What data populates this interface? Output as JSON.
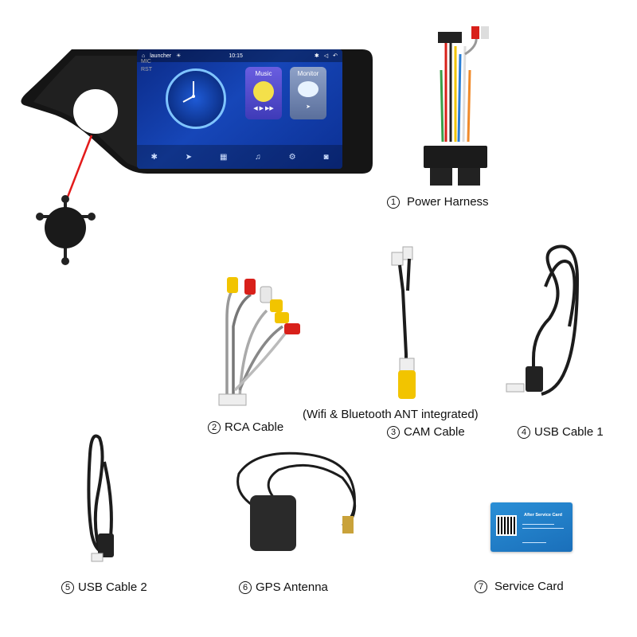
{
  "head_unit": {
    "status_launch": "launcher",
    "status_time": "10:15",
    "apps": [
      {
        "label": "Music"
      },
      {
        "label": "Monitor"
      }
    ],
    "side_buttons": [
      "MIC",
      "RST"
    ]
  },
  "items": [
    {
      "number": "1",
      "label": "Power Harness"
    },
    {
      "number": "2",
      "label": "RCA Cable"
    },
    {
      "number": "3",
      "label": "CAM Cable"
    },
    {
      "number": "4",
      "label": "USB Cable 1"
    },
    {
      "number": "5",
      "label": "USB Cable 2"
    },
    {
      "number": "6",
      "label": "GPS Antenna"
    },
    {
      "number": "7",
      "label": "Service Card"
    }
  ],
  "note": "(Wifi & Bluetooth ANT integrated)",
  "service_card": {
    "title": "After Service Card"
  },
  "colors": {
    "screen_blue": "#1646b8",
    "bezel": "#111111",
    "red_wire": "#e31b1b",
    "rca_yellow": "#f2c400",
    "rca_red": "#d8201a",
    "card_blue": "#1a6fba"
  }
}
